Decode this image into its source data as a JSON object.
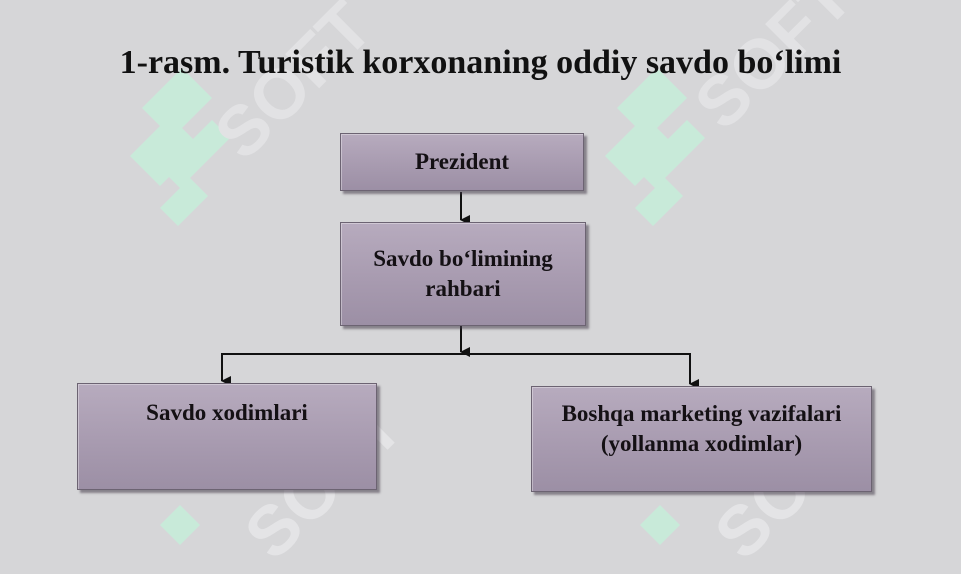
{
  "title": "1-rasm. Turistik korxonaning oddiy savdo bo‘limi",
  "watermark": "SOFT",
  "nodes": {
    "president": "Prezident",
    "head_line1": "Savdo bo‘limining",
    "head_line2": "rahbari",
    "sales": "Savdo xodimlari",
    "other_line1": "Boshqa marketing vazifalari",
    "other_line2": "(yollanma xodimlar)"
  }
}
